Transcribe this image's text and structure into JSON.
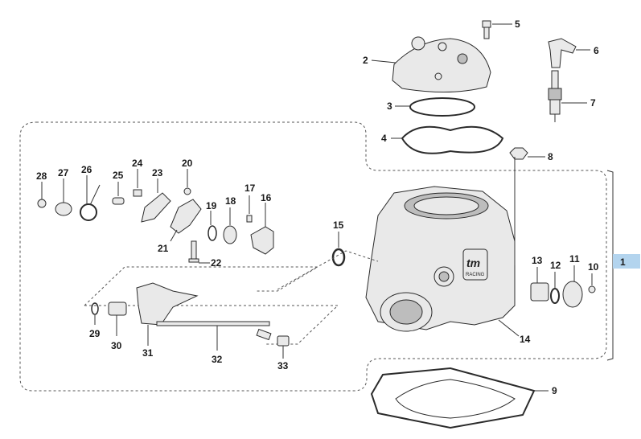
{
  "callouts": [
    "1",
    "2",
    "3",
    "4",
    "5",
    "6",
    "7",
    "8",
    "9",
    "10",
    "11",
    "12",
    "13",
    "14",
    "15",
    "16",
    "17",
    "18",
    "19",
    "20",
    "21",
    "22",
    "23",
    "24",
    "25",
    "26",
    "27",
    "28",
    "29",
    "30",
    "31",
    "32",
    "33"
  ],
  "logo": {
    "text": "tm",
    "sub": "RACING"
  },
  "colors": {
    "callout_box": "#b3d4ee",
    "line": "#333333",
    "dashed": "#555555"
  }
}
